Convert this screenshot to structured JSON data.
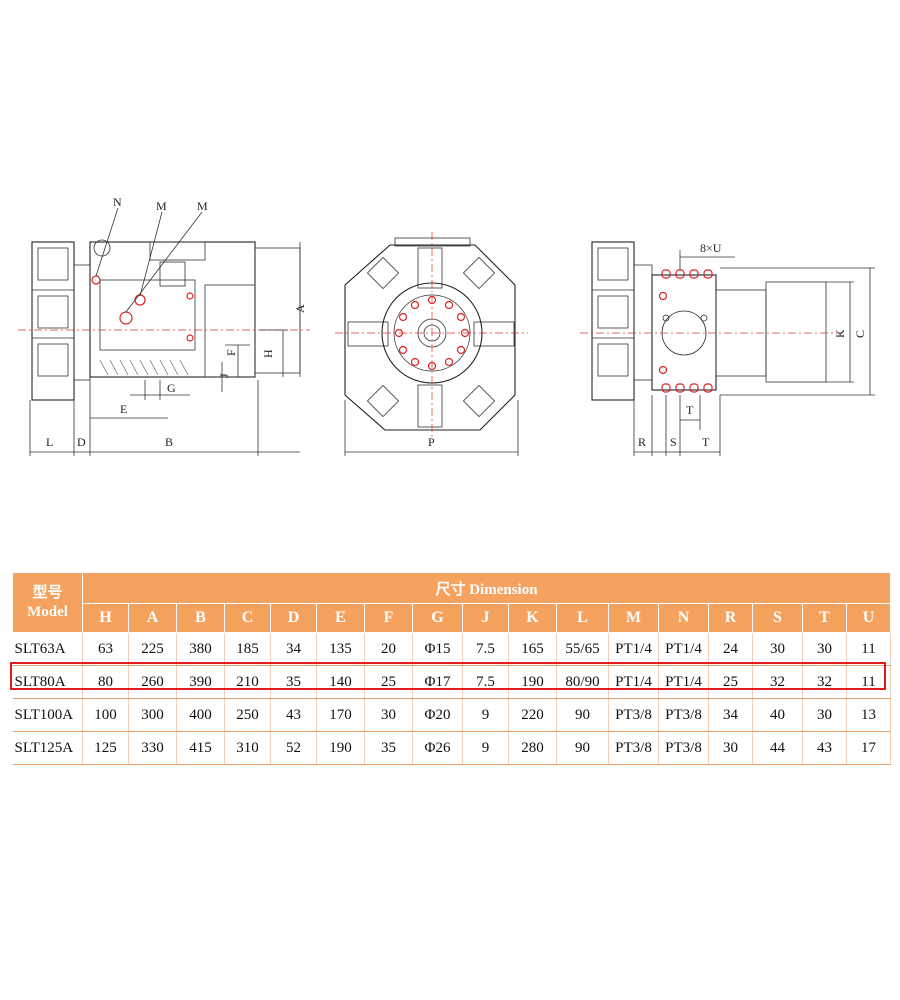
{
  "drawing_labels": {
    "N": "N",
    "M1": "M",
    "M2": "M",
    "A": "A",
    "H": "H",
    "F": "F",
    "J": "J",
    "G": "G",
    "E": "E",
    "L": "L",
    "D": "D",
    "B": "B",
    "P": "P",
    "X8U": "8×U",
    "K": "K",
    "C": "C",
    "T1": "T",
    "R": "R",
    "S": "S",
    "T2": "T"
  },
  "table": {
    "model_header_cn": "型号",
    "model_header_en": "Model",
    "dimension_header": "尺寸  Dimension",
    "columns": [
      "H",
      "A",
      "B",
      "C",
      "D",
      "E",
      "F",
      "G",
      "J",
      "K",
      "L",
      "M",
      "N",
      "R",
      "S",
      "T",
      "U"
    ],
    "rows": [
      {
        "model": "SLT63A",
        "values": [
          "63",
          "225",
          "380",
          "185",
          "34",
          "135",
          "20",
          "Φ15",
          "7.5",
          "165",
          "55/65",
          "PT1/4",
          "PT1/4",
          "24",
          "30",
          "30",
          "11"
        ]
      },
      {
        "model": "SLT80A",
        "values": [
          "80",
          "260",
          "390",
          "210",
          "35",
          "140",
          "25",
          "Φ17",
          "7.5",
          "190",
          "80/90",
          "PT1/4",
          "PT1/4",
          "25",
          "32",
          "32",
          "11"
        ]
      },
      {
        "model": "SLT100A",
        "values": [
          "100",
          "300",
          "400",
          "250",
          "43",
          "170",
          "30",
          "Φ20",
          "9",
          "220",
          "90",
          "PT3/8",
          "PT3/8",
          "34",
          "40",
          "30",
          "13"
        ]
      },
      {
        "model": "SLT125A",
        "values": [
          "125",
          "330",
          "415",
          "310",
          "52",
          "190",
          "35",
          "Φ26",
          "9",
          "280",
          "90",
          "PT3/8",
          "PT3/8",
          "30",
          "44",
          "43",
          "17"
        ]
      }
    ],
    "highlighted_model": "SLT80A"
  },
  "colors": {
    "header_bg": "#f5a25e",
    "highlight": "#e01b1b",
    "centerline": "#d33333"
  }
}
